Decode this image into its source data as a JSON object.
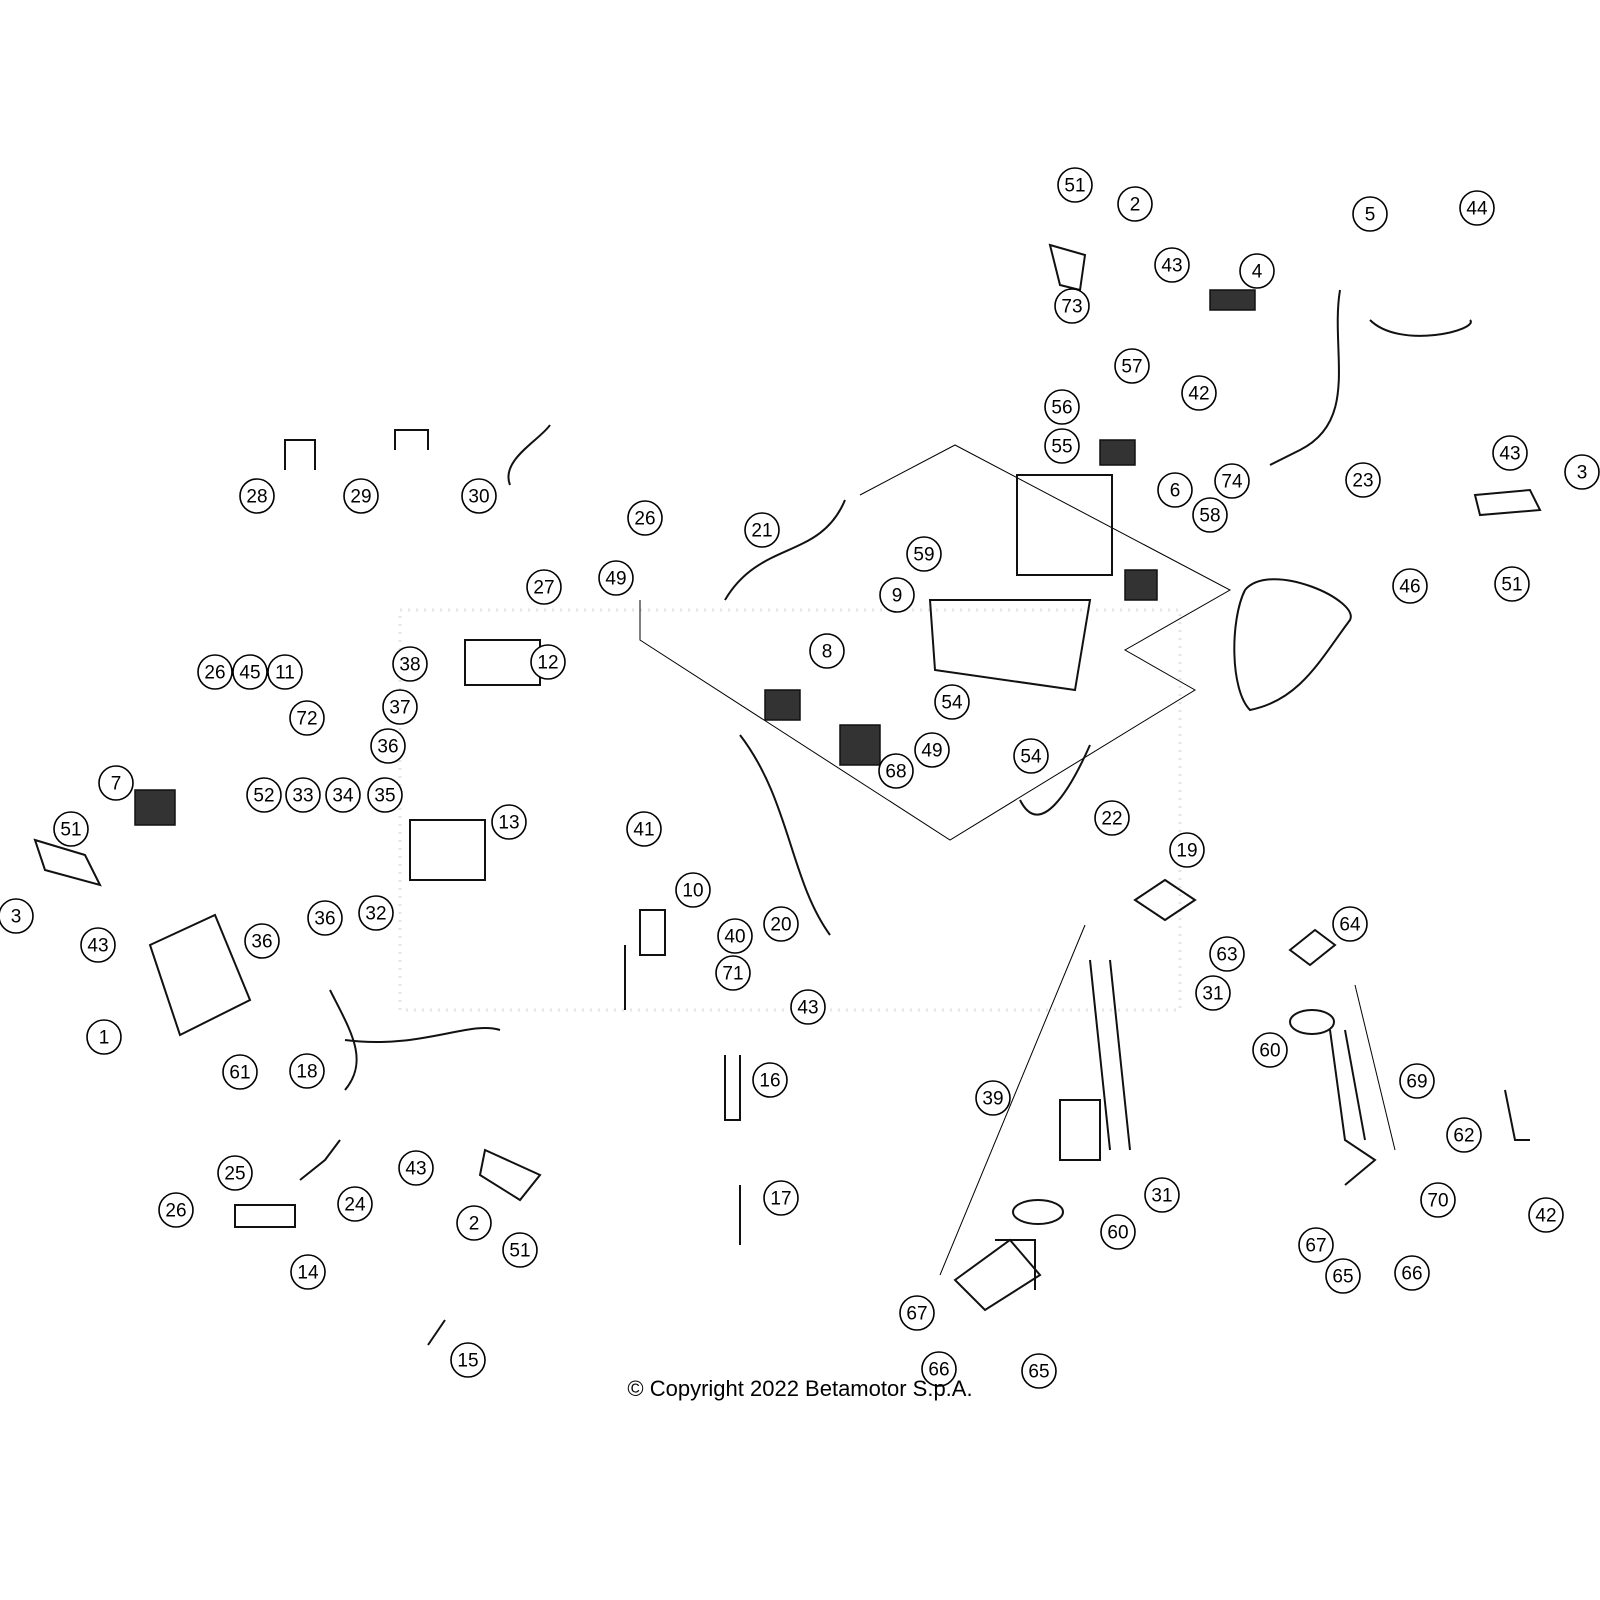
{
  "diagram": {
    "type": "exploded-parts-diagram",
    "copyright": "© Copyright 2022 Betamotor S.p.A.",
    "callouts": [
      "51",
      "2",
      "43",
      "5",
      "44",
      "4",
      "73",
      "57",
      "42",
      "56",
      "55",
      "74",
      "23",
      "43",
      "3",
      "51",
      "6",
      "58",
      "46",
      "28",
      "29",
      "30",
      "26",
      "21",
      "59",
      "9",
      "27",
      "49",
      "8",
      "54",
      "54",
      "49",
      "68",
      "12",
      "38",
      "26",
      "45",
      "11",
      "72",
      "37",
      "36",
      "7",
      "52",
      "33",
      "34",
      "35",
      "13",
      "51",
      "3",
      "43",
      "36",
      "32",
      "36",
      "41",
      "22",
      "19",
      "10",
      "40",
      "20",
      "71",
      "43",
      "63",
      "64",
      "31",
      "1",
      "61",
      "18",
      "60",
      "69",
      "39",
      "16",
      "62",
      "31",
      "70",
      "42",
      "17",
      "43",
      "25",
      "24",
      "26",
      "2",
      "51",
      "14",
      "60",
      "67",
      "65",
      "66",
      "67",
      "66",
      "65",
      "15"
    ]
  }
}
